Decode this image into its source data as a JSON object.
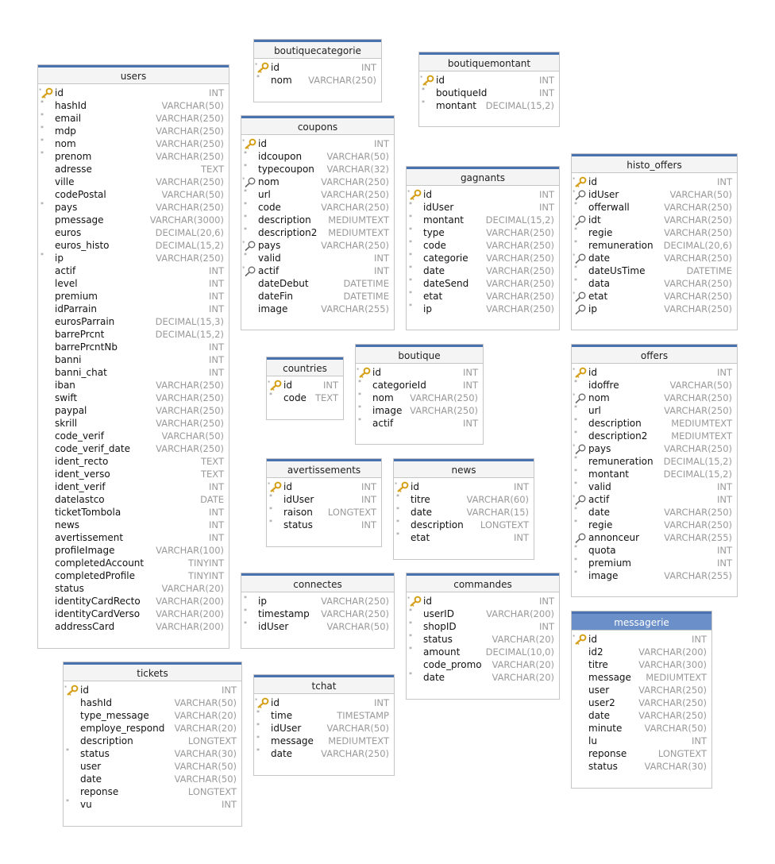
{
  "tables": [
    {
      "name": "boutiquecategorie",
      "columns": [
        [
          "id",
          "INT",
          "key"
        ],
        [
          "nom",
          "VARCHAR(250)",
          "req"
        ]
      ]
    },
    {
      "name": "boutiquemontant",
      "columns": [
        [
          "id",
          "INT",
          "key"
        ],
        [
          "boutiqueId",
          "INT",
          "req"
        ],
        [
          "montant",
          "DECIMAL(15,2)",
          "req"
        ]
      ]
    },
    {
      "name": "users",
      "columns": [
        [
          "id",
          "INT",
          "key"
        ],
        [
          "hashId",
          "VARCHAR(50)",
          "req"
        ],
        [
          "email",
          "VARCHAR(250)",
          "req"
        ],
        [
          "mdp",
          "VARCHAR(250)",
          "req"
        ],
        [
          "nom",
          "VARCHAR(250)",
          "req"
        ],
        [
          "prenom",
          "VARCHAR(250)",
          "req"
        ],
        [
          "adresse",
          "TEXT",
          ""
        ],
        [
          "ville",
          "VARCHAR(250)",
          ""
        ],
        [
          "codePostal",
          "VARCHAR(50)",
          ""
        ],
        [
          "pays",
          "VARCHAR(250)",
          "req"
        ],
        [
          "pmessage",
          "VARCHAR(3000)",
          ""
        ],
        [
          "euros",
          "DECIMAL(20,6)",
          ""
        ],
        [
          "euros_histo",
          "DECIMAL(15,2)",
          ""
        ],
        [
          "ip",
          "VARCHAR(250)",
          "req"
        ],
        [
          "actif",
          "INT",
          ""
        ],
        [
          "level",
          "INT",
          ""
        ],
        [
          "premium",
          "INT",
          ""
        ],
        [
          "idParrain",
          "INT",
          ""
        ],
        [
          "eurosParrain",
          "DECIMAL(15,3)",
          ""
        ],
        [
          "barrePrcnt",
          "DECIMAL(15,2)",
          ""
        ],
        [
          "barrePrcntNb",
          "INT",
          ""
        ],
        [
          "banni",
          "INT",
          ""
        ],
        [
          "banni_chat",
          "INT",
          ""
        ],
        [
          "iban",
          "VARCHAR(250)",
          ""
        ],
        [
          "swift",
          "VARCHAR(250)",
          ""
        ],
        [
          "paypal",
          "VARCHAR(250)",
          ""
        ],
        [
          "skrill",
          "VARCHAR(250)",
          ""
        ],
        [
          "code_verif",
          "VARCHAR(50)",
          ""
        ],
        [
          "code_verif_date",
          "VARCHAR(250)",
          ""
        ],
        [
          "ident_recto",
          "TEXT",
          ""
        ],
        [
          "ident_verso",
          "TEXT",
          ""
        ],
        [
          "ident_verif",
          "INT",
          ""
        ],
        [
          "datelastco",
          "DATE",
          ""
        ],
        [
          "ticketTombola",
          "INT",
          ""
        ],
        [
          "news",
          "INT",
          ""
        ],
        [
          "avertissement",
          "INT",
          ""
        ],
        [
          "profileImage",
          "VARCHAR(100)",
          ""
        ],
        [
          "completedAccount",
          "TINYINT",
          ""
        ],
        [
          "completedProfile",
          "TINYINT",
          ""
        ],
        [
          "status",
          "VARCHAR(20)",
          ""
        ],
        [
          "identityCardRecto",
          "VARCHAR(200)",
          ""
        ],
        [
          "identityCardVerso",
          "VARCHAR(200)",
          ""
        ],
        [
          "addressCard",
          "VARCHAR(200)",
          ""
        ]
      ]
    },
    {
      "name": "coupons",
      "columns": [
        [
          "id",
          "INT",
          "key"
        ],
        [
          "idcoupon",
          "VARCHAR(50)",
          "req"
        ],
        [
          "typecoupon",
          "VARCHAR(32)",
          "req"
        ],
        [
          "nom",
          "VARCHAR(250)",
          "idx"
        ],
        [
          "url",
          "VARCHAR(250)",
          "req"
        ],
        [
          "code",
          "VARCHAR(250)",
          "req"
        ],
        [
          "description",
          "MEDIUMTEXT",
          "req"
        ],
        [
          "description2",
          "MEDIUMTEXT",
          "req"
        ],
        [
          "pays",
          "VARCHAR(250)",
          "idx"
        ],
        [
          "valid",
          "INT",
          "req"
        ],
        [
          "actif",
          "INT",
          "idx"
        ],
        [
          "dateDebut",
          "DATETIME",
          ""
        ],
        [
          "dateFin",
          "DATETIME",
          ""
        ],
        [
          "image",
          "VARCHAR(255)",
          ""
        ]
      ]
    },
    {
      "name": "gagnants",
      "columns": [
        [
          "id",
          "INT",
          "key"
        ],
        [
          "idUser",
          "INT",
          "req"
        ],
        [
          "montant",
          "DECIMAL(15,2)",
          "req"
        ],
        [
          "type",
          "VARCHAR(250)",
          "req"
        ],
        [
          "code",
          "VARCHAR(250)",
          "req"
        ],
        [
          "categorie",
          "VARCHAR(250)",
          "req"
        ],
        [
          "date",
          "VARCHAR(250)",
          "req"
        ],
        [
          "dateSend",
          "VARCHAR(250)",
          "req"
        ],
        [
          "etat",
          "VARCHAR(250)",
          "req"
        ],
        [
          "ip",
          "VARCHAR(250)",
          "req"
        ]
      ]
    },
    {
      "name": "histo_offers",
      "columns": [
        [
          "id",
          "INT",
          "key"
        ],
        [
          "idUser",
          "VARCHAR(50)",
          "idx"
        ],
        [
          "offerwall",
          "VARCHAR(250)",
          "req"
        ],
        [
          "idt",
          "VARCHAR(250)",
          "idx"
        ],
        [
          "regie",
          "VARCHAR(250)",
          "req"
        ],
        [
          "remuneration",
          "DECIMAL(20,6)",
          "req"
        ],
        [
          "date",
          "VARCHAR(250)",
          "idx"
        ],
        [
          "dateUsTime",
          "DATETIME",
          "req"
        ],
        [
          "data",
          "VARCHAR(250)",
          "req"
        ],
        [
          "etat",
          "VARCHAR(250)",
          "idx"
        ],
        [
          "ip",
          "VARCHAR(250)",
          "idxonly"
        ]
      ]
    },
    {
      "name": "countries",
      "columns": [
        [
          "id",
          "INT",
          "key"
        ],
        [
          "code",
          "TEXT",
          "req"
        ]
      ]
    },
    {
      "name": "boutique",
      "columns": [
        [
          "id",
          "INT",
          "key"
        ],
        [
          "categorieId",
          "INT",
          "req"
        ],
        [
          "nom",
          "VARCHAR(250)",
          "req"
        ],
        [
          "image",
          "VARCHAR(250)",
          "req"
        ],
        [
          "actif",
          "INT",
          "req"
        ]
      ]
    },
    {
      "name": "offers",
      "columns": [
        [
          "id",
          "INT",
          "key"
        ],
        [
          "idoffre",
          "VARCHAR(50)",
          "req"
        ],
        [
          "nom",
          "VARCHAR(250)",
          "idx"
        ],
        [
          "url",
          "VARCHAR(250)",
          "req"
        ],
        [
          "description",
          "MEDIUMTEXT",
          "req"
        ],
        [
          "description2",
          "MEDIUMTEXT",
          "req"
        ],
        [
          "pays",
          "VARCHAR(250)",
          "idx"
        ],
        [
          "remuneration",
          "DECIMAL(15,2)",
          "req"
        ],
        [
          "montant",
          "DECIMAL(15,2)",
          "req"
        ],
        [
          "valid",
          "INT",
          "req"
        ],
        [
          "actif",
          "INT",
          "idx"
        ],
        [
          "date",
          "VARCHAR(250)",
          "req"
        ],
        [
          "regie",
          "VARCHAR(250)",
          "req"
        ],
        [
          "annonceur",
          "VARCHAR(255)",
          "idxonly"
        ],
        [
          "quota",
          "INT",
          "req"
        ],
        [
          "premium",
          "INT",
          "req"
        ],
        [
          "image",
          "VARCHAR(255)",
          "req"
        ]
      ]
    },
    {
      "name": "avertissements",
      "columns": [
        [
          "id",
          "INT",
          "key"
        ],
        [
          "idUser",
          "INT",
          "req"
        ],
        [
          "raison",
          "LONGTEXT",
          "req"
        ],
        [
          "status",
          "INT",
          "req"
        ]
      ]
    },
    {
      "name": "news",
      "columns": [
        [
          "id",
          "INT",
          "key"
        ],
        [
          "titre",
          "VARCHAR(60)",
          "req"
        ],
        [
          "date",
          "VARCHAR(15)",
          "req"
        ],
        [
          "description",
          "LONGTEXT",
          "req"
        ],
        [
          "etat",
          "INT",
          "req"
        ]
      ]
    },
    {
      "name": "connectes",
      "columns": [
        [
          "ip",
          "VARCHAR(250)",
          "req"
        ],
        [
          "timestamp",
          "VARCHAR(250)",
          "req"
        ],
        [
          "idUser",
          "VARCHAR(50)",
          "req"
        ]
      ]
    },
    {
      "name": "commandes",
      "columns": [
        [
          "id",
          "INT",
          "key"
        ],
        [
          "userID",
          "VARCHAR(200)",
          "req"
        ],
        [
          "shopID",
          "INT",
          "req"
        ],
        [
          "status",
          "VARCHAR(20)",
          "req"
        ],
        [
          "amount",
          "DECIMAL(10,0)",
          "req"
        ],
        [
          "code_promo",
          "VARCHAR(20)",
          ""
        ],
        [
          "date",
          "VARCHAR(20)",
          "req"
        ]
      ]
    },
    {
      "name": "messagerie",
      "columns": [
        [
          "id",
          "INT",
          "key"
        ],
        [
          "id2",
          "VARCHAR(200)",
          ""
        ],
        [
          "titre",
          "VARCHAR(300)",
          ""
        ],
        [
          "message",
          "MEDIUMTEXT",
          ""
        ],
        [
          "user",
          "VARCHAR(250)",
          ""
        ],
        [
          "user2",
          "VARCHAR(250)",
          ""
        ],
        [
          "date",
          "VARCHAR(250)",
          ""
        ],
        [
          "minute",
          "VARCHAR(50)",
          ""
        ],
        [
          "lu",
          "INT",
          ""
        ],
        [
          "reponse",
          "LONGTEXT",
          ""
        ],
        [
          "status",
          "VARCHAR(30)",
          ""
        ]
      ]
    },
    {
      "name": "tickets",
      "columns": [
        [
          "id",
          "INT",
          "key"
        ],
        [
          "hashId",
          "VARCHAR(50)",
          ""
        ],
        [
          "type_message",
          "VARCHAR(20)",
          ""
        ],
        [
          "employe_respond",
          "VARCHAR(20)",
          ""
        ],
        [
          "description",
          "LONGTEXT",
          ""
        ],
        [
          "status",
          "VARCHAR(30)",
          "req"
        ],
        [
          "user",
          "VARCHAR(50)",
          ""
        ],
        [
          "date",
          "VARCHAR(50)",
          ""
        ],
        [
          "reponse",
          "LONGTEXT",
          ""
        ],
        [
          "vu",
          "INT",
          "req"
        ]
      ]
    },
    {
      "name": "tchat",
      "columns": [
        [
          "id",
          "INT",
          "key"
        ],
        [
          "time",
          "TIMESTAMP",
          "req"
        ],
        [
          "idUser",
          "VARCHAR(50)",
          "req"
        ],
        [
          "message",
          "MEDIUMTEXT",
          "req"
        ],
        [
          "date",
          "VARCHAR(250)",
          "req"
        ]
      ]
    }
  ]
}
